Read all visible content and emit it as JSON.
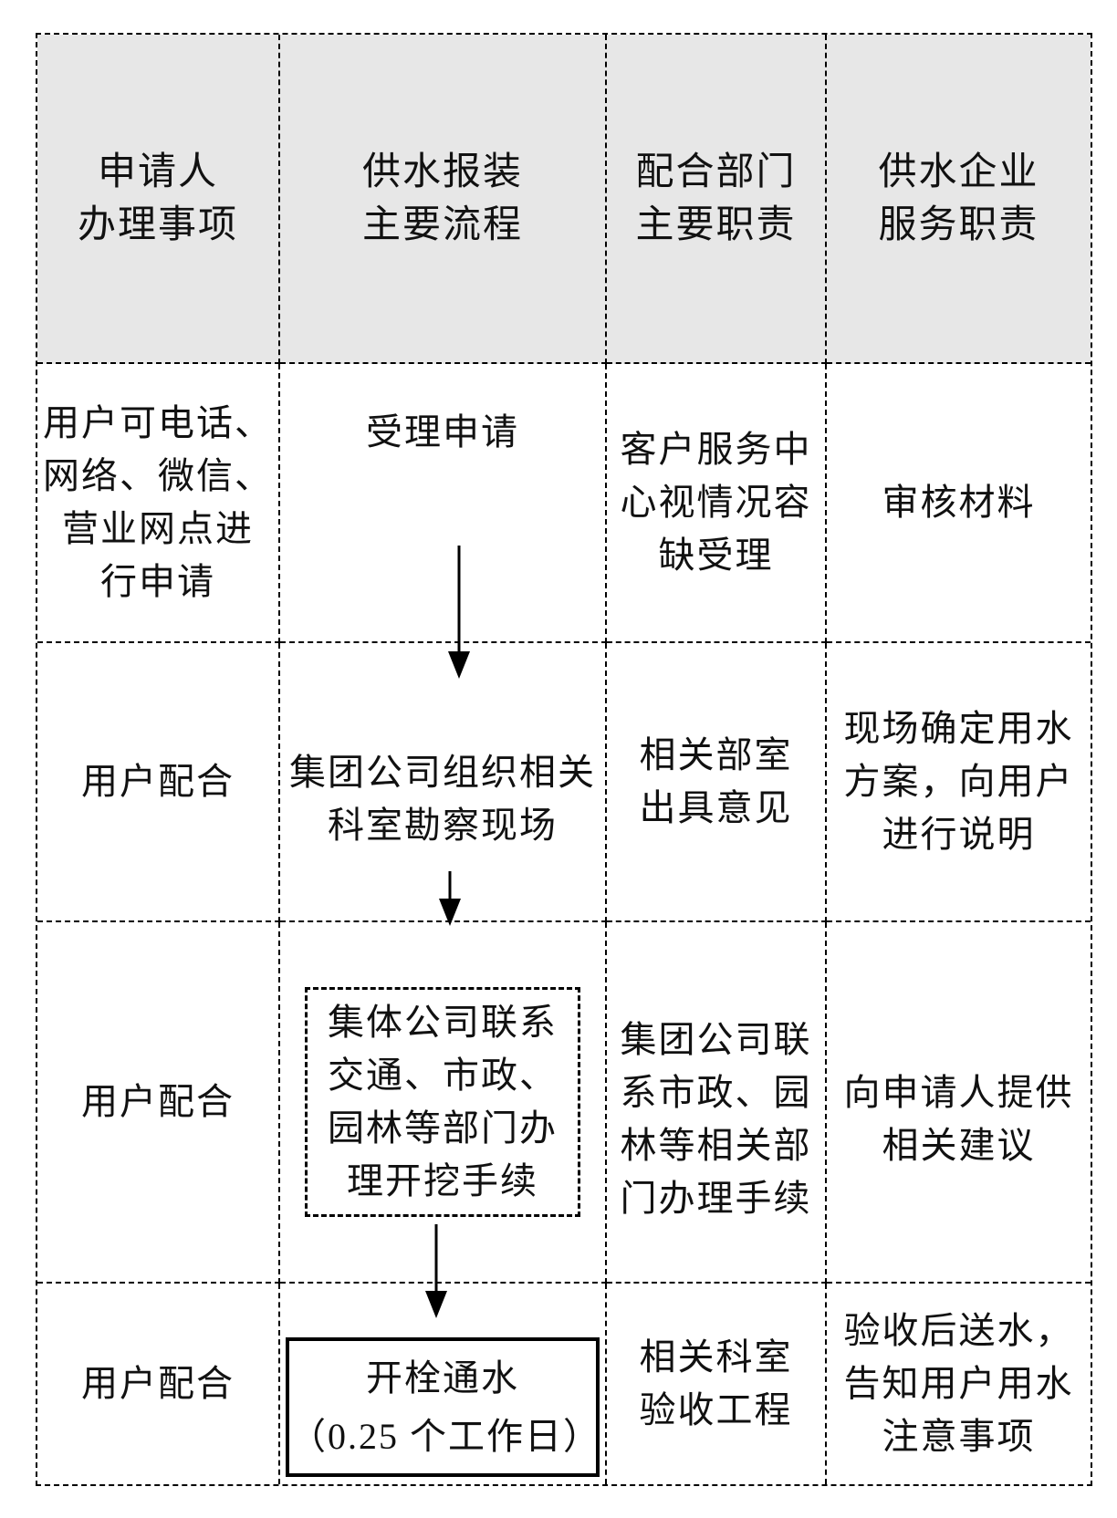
{
  "table": {
    "headers": [
      {
        "label": "申请人\n办理事项"
      },
      {
        "label": "供水报装\n主要流程"
      },
      {
        "label": "配合部门\n主要职责"
      },
      {
        "label": "供水企业\n服务职责"
      }
    ],
    "rows": [
      {
        "applicant": "用户可电话、\n网络、微信、\n营业网点进\n行申请",
        "process": "受理申请",
        "dept": "客户服务中\n心视情况容\n缺受理",
        "service": "审核材料"
      },
      {
        "applicant": "用户配合",
        "process": "集团公司组织相关\n科室勘察现场",
        "dept": "相关部室\n出具意见",
        "service": "现场确定用水\n方案，向用户\n进行说明"
      },
      {
        "applicant": "用户配合",
        "process": "集体公司联系\n交通、市政、\n园林等部门办\n理开挖手续",
        "dept": "集团公司联\n系市政、园\n林等相关部\n门办理手续",
        "service": "向申请人提供\n相关建议"
      },
      {
        "applicant": "用户配合",
        "process": "开栓通水\n（0.25 个工作日）",
        "dept": "相关科室\n验收工程",
        "service": "验收后送水，\n告知用户用水\n注意事项"
      }
    ],
    "arrows": [
      {
        "name": "arrow-down"
      },
      {
        "name": "arrow-down"
      },
      {
        "name": "arrow-down"
      }
    ],
    "colors": {
      "header_bg": "#e7e7e7",
      "border": "#000000",
      "text": "#111111"
    }
  }
}
